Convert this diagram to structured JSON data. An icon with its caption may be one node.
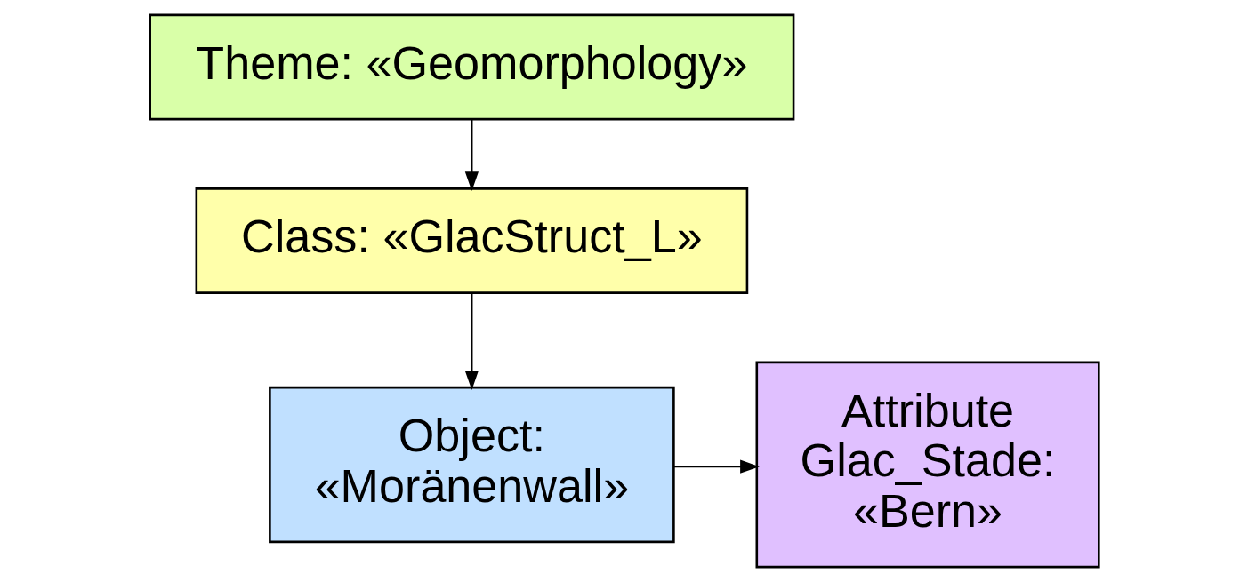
{
  "diagram": {
    "nodes": [
      {
        "text": [
          "Theme: «Geomorphology»"
        ]
      },
      {
        "text": [
          "Class: «GlacStruct_L»"
        ]
      },
      {
        "text": [
          "Object: «Moränenwall»"
        ]
      },
      {
        "text": [
          "Attribute Glac_Stade: «Bern»"
        ]
      }
    ],
    "edges": [
      {
        "from": 0,
        "to": 1,
        "arrow": "to"
      },
      {
        "from": 1,
        "to": 2,
        "arrow": "to"
      },
      {
        "from": 2,
        "to": 3,
        "arrow": "to"
      }
    ]
  }
}
